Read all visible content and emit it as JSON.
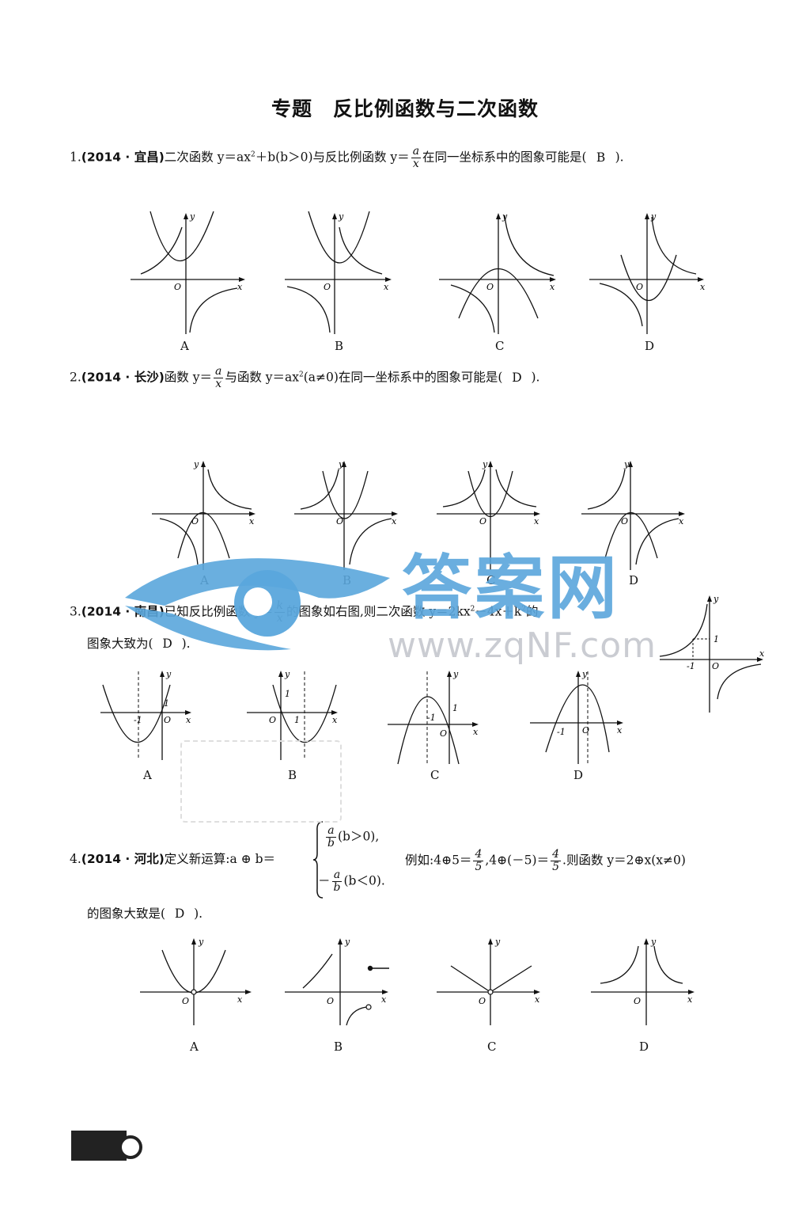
{
  "title": "专题　反比例函数与二次函数",
  "questions": [
    {
      "num": "1.",
      "source": "(2014 · 宜昌)",
      "text_a": "二次函数 y＝ax",
      "sup_a": "2",
      "text_b": "＋b(b＞0)与反比例函数 y＝",
      "frac_num": "a",
      "frac_den": "x",
      "text_c": "在同一坐标系中的图象可能是(",
      "answer": "B",
      "text_d": ").",
      "options": [
        "A",
        "B",
        "C",
        "D"
      ]
    },
    {
      "num": "2.",
      "source": "(2014 · 长沙)",
      "text_a": "函数 y＝",
      "frac_num": "a",
      "frac_den": "x",
      "text_b": "与函数 y＝ax",
      "sup_a": "2",
      "text_c": "(a≠0)在同一坐标系中的图象可能是(",
      "answer": "D",
      "text_d": ").",
      "options": [
        "A",
        "B",
        "C",
        "D"
      ]
    },
    {
      "num": "3.",
      "source": "(2014 · 南昌)",
      "text_a": "已知反比例函数 y＝",
      "frac_num": "k",
      "frac_den": "x",
      "text_b": "的图象如右图,则二次函数 y＝2kx",
      "sup_a": "2",
      "text_c": "－4x＋k",
      "sup_b": "2",
      "text_d": "的",
      "line2_a": "图象大致为(",
      "answer": "D",
      "line2_b": ").",
      "options": [
        "A",
        "B",
        "C",
        "D"
      ]
    },
    {
      "num": "4.",
      "source": "(2014 · 河北)",
      "text_a": "定义新运算:a ⊕ b＝",
      "case1_num": "a",
      "case1_den": "b",
      "case1_cond": "(b＞0),",
      "case2_sign": "－",
      "case2_num": "a",
      "case2_den": "b",
      "case2_cond": "(b＜0).",
      "example_a": "例如:4⊕5＝",
      "ex1_num": "4",
      "ex1_den": "5",
      "example_b": ",4⊕(－5)＝",
      "ex2_num": "4",
      "ex2_den": "5",
      "example_c": ".则函数 y＝2⊕x(x≠0)",
      "line2_a": "的图象大致是(",
      "answer": "D",
      "line2_b": ").",
      "options": [
        "A",
        "B",
        "C",
        "D"
      ]
    }
  ],
  "axis_labels": {
    "x": "x",
    "y": "y",
    "origin": "O",
    "one": "1",
    "neg_one": "-1"
  },
  "watermark": {
    "logo_text": "答案网",
    "url_text": "www.zqNF.com",
    "logo_color": "#5aa6dc"
  }
}
